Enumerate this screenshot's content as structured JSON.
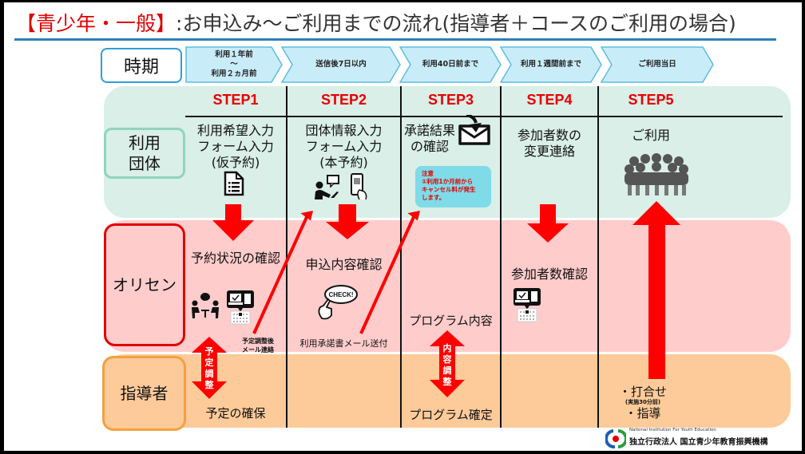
{
  "title": {
    "highlight": "【青少年・一般】",
    "main": ":お申込み～ご利用までの流れ(指導者＋コースのご利用の場合)"
  },
  "timeline": {
    "label": "時期",
    "periods": [
      {
        "line1": "利用１年前",
        "line2": "～",
        "line3": "利用２ヵ月前"
      },
      {
        "line1": "送信後7日以内"
      },
      {
        "line1": "利用40日前まで"
      },
      {
        "line1": "利用１週間前まで"
      },
      {
        "line1": "ご利用当日"
      }
    ]
  },
  "lanes": {
    "group": {
      "label_line1": "利用",
      "label_line2": "団体",
      "color": "#d9efe8",
      "border": "#8fd4bb"
    },
    "center": {
      "label": "オリセン",
      "color": "#ffcccc",
      "border": "#e00000"
    },
    "instructor": {
      "label": "指導者",
      "color": "#fdca99",
      "border": "#f5a040"
    }
  },
  "steps": [
    {
      "label": "STEP1",
      "group_lines": [
        "利用希望入力",
        "フォーム入力",
        "(仮予約)"
      ],
      "group_icon": "document-list-icon",
      "center_text": "予約状況の確認",
      "center_icons": [
        "meeting-icon",
        "online-reservation-icon"
      ],
      "center_note_line1": "予定調整後",
      "center_note_line2": "メール連絡",
      "adjust_label": "予定調整",
      "instructor_text": "予定の確保"
    },
    {
      "label": "STEP2",
      "group_lines": [
        "団体情報入力",
        "フォーム入力",
        "(本予約)"
      ],
      "group_icons": [
        "person-computer-icon",
        "smartphone-qr-icon"
      ],
      "center_text": "申込内容確認",
      "center_icon": "check-hand-icon",
      "center_icon_text": "CHECK!",
      "center_note": "利用承諾書メール送付"
    },
    {
      "label": "STEP3",
      "group_lines": [
        "承諾結果",
        "の確認"
      ],
      "group_icon": "mail-download-icon",
      "notice": {
        "line1": "注意",
        "line2": "①利用1か月前から",
        "line3": "キャンセル料が発生",
        "line4": "します。"
      },
      "center_text": "プログラム内容",
      "adjust_label": "内容調整",
      "instructor_text": "プログラム確定"
    },
    {
      "label": "STEP4",
      "group_lines": [
        "参加者数の",
        "変更連絡"
      ],
      "center_text": "参加者数確認",
      "center_icon": "online-reservation-icon"
    },
    {
      "label": "STEP5",
      "group_lines": [
        "ご利用"
      ],
      "group_icon": "group-huddle-icon",
      "instructor_line1": "・打合せ",
      "instructor_sub": "(実施30分前)",
      "instructor_line2": "・指導"
    }
  ],
  "colors": {
    "accent_red": "#e80000",
    "title_rule": "#2e7fb8",
    "chevron_fill": "#c9ecf9",
    "chevron_border": "#5bbde0"
  },
  "footer": {
    "org_en": "National Institution For Youth Education",
    "org_jp": "独立行政法人 国立青少年教育振興機構"
  }
}
